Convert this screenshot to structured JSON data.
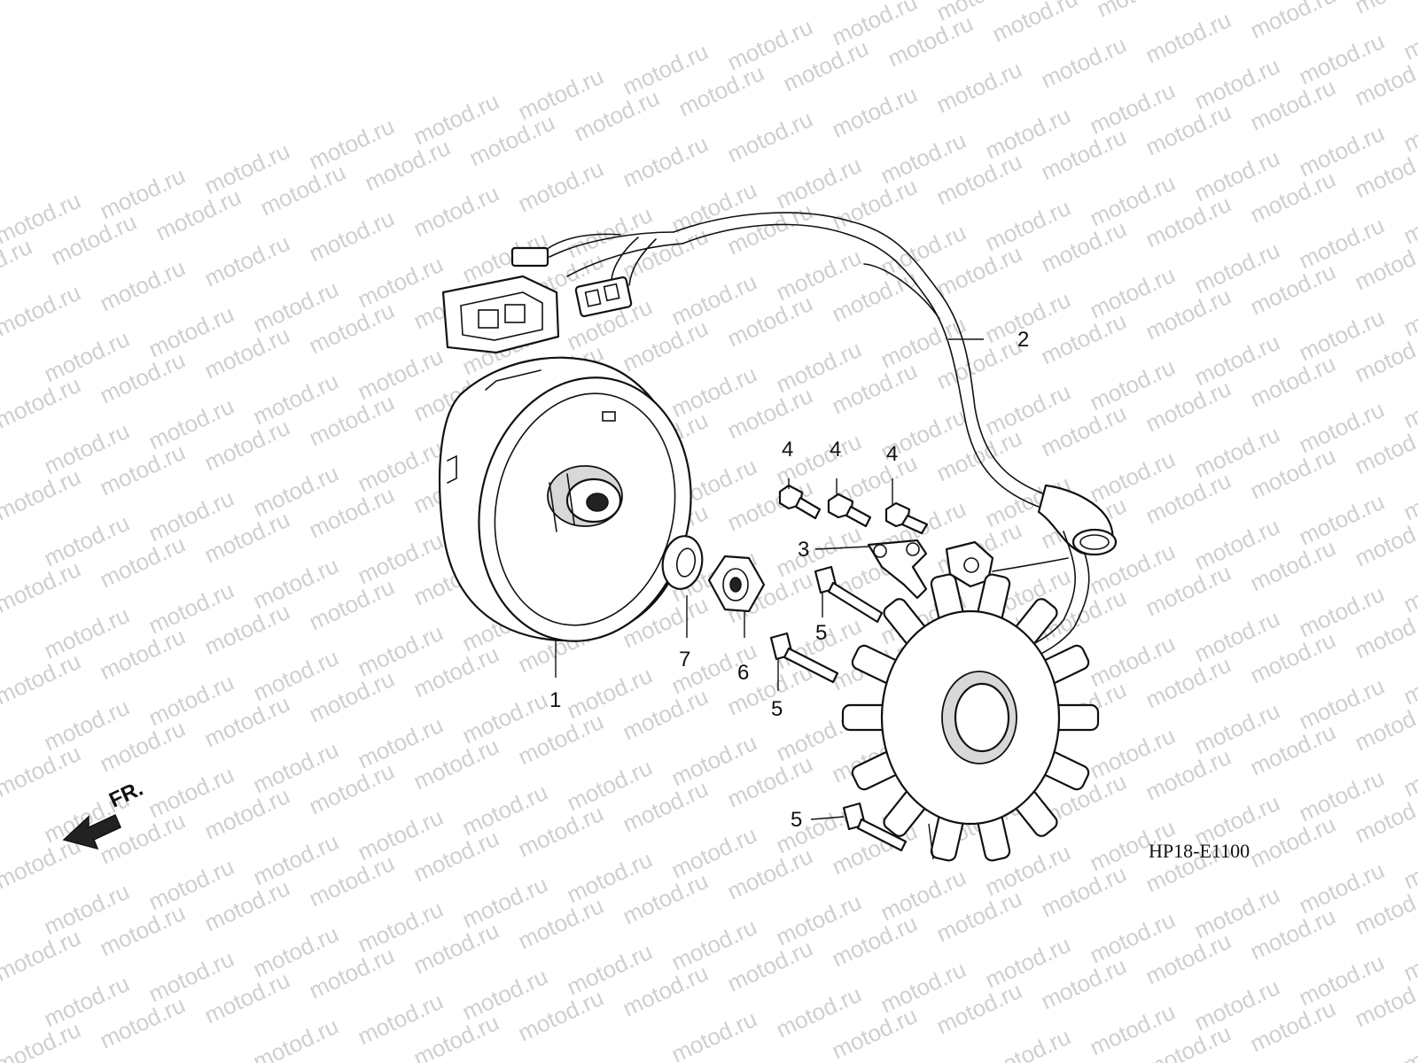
{
  "watermark": {
    "text": "motod.ru"
  },
  "diagram_code": "HP18-E1100",
  "front_arrow": {
    "label": "FR."
  },
  "callouts": [
    {
      "id": "1",
      "label": "1",
      "part": "flywheel"
    },
    {
      "id": "2",
      "label": "2",
      "part": "wire-harness"
    },
    {
      "id": "3",
      "label": "3",
      "part": "wire-clamp"
    },
    {
      "id": "4a",
      "label": "4",
      "part": "bolt"
    },
    {
      "id": "4b",
      "label": "4",
      "part": "bolt"
    },
    {
      "id": "4c",
      "label": "4",
      "part": "bolt"
    },
    {
      "id": "5a",
      "label": "5",
      "part": "stator-bolt"
    },
    {
      "id": "5b",
      "label": "5",
      "part": "stator-bolt"
    },
    {
      "id": "5c",
      "label": "5",
      "part": "stator-bolt"
    },
    {
      "id": "6",
      "label": "6",
      "part": "flange-nut"
    },
    {
      "id": "7",
      "label": "7",
      "part": "washer"
    }
  ]
}
